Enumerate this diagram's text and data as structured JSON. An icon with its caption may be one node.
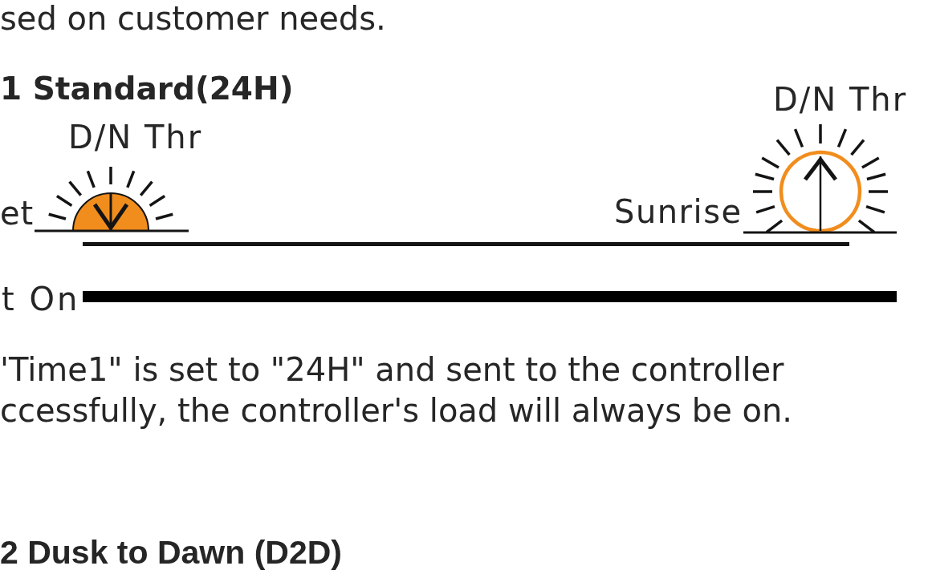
{
  "diagram": {
    "title": "1 Standard(24H)",
    "nodes": [
      {
        "text": [],
        "shape": "bar"
      },
      {
        "text": [],
        "shape": "bar",
        "beside": [
          "t On"
        ]
      }
    ],
    "labels": [
      "sed on customer needs.",
      "D/N Thr",
      "et",
      "D/N Thr",
      "Sunrise",
      "'Time1\" is set to \"24H\" and sent to the controller ccessfully, the controller's load will always be on.",
      "2 Dusk to Dawn (D2D)"
    ]
  }
}
